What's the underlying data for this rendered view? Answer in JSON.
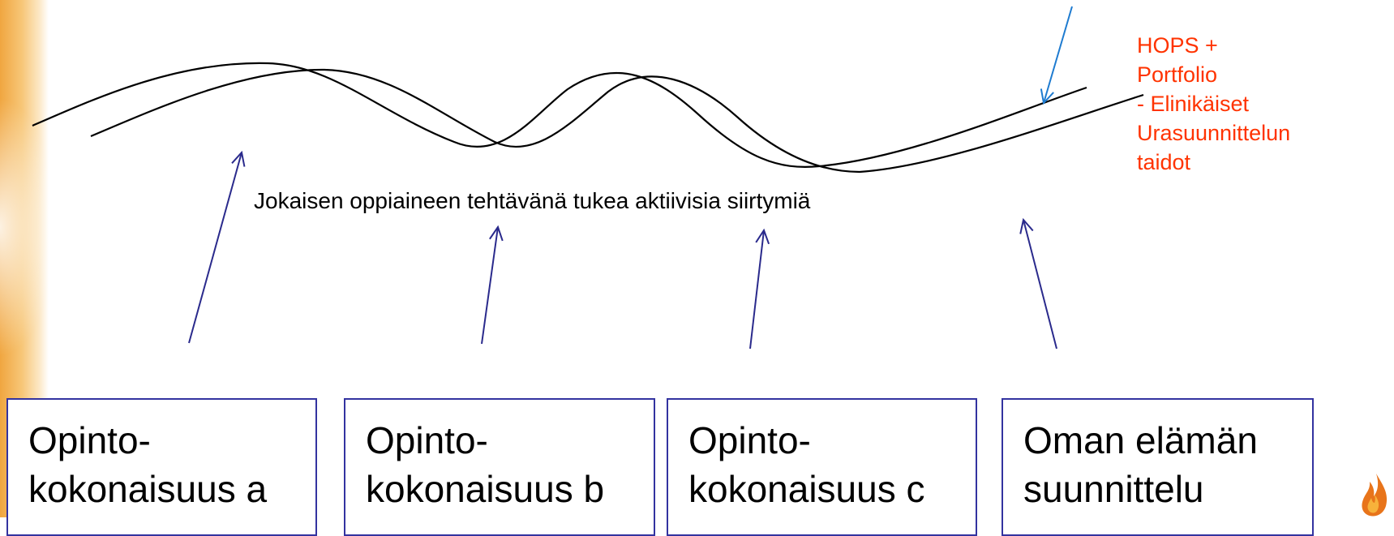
{
  "center_text": "Jokaisen oppiaineen tehtävänä tukea aktiivisia siirtymiä",
  "side_note": [
    "HOPS +",
    "Portfolio",
    "- Elinikäiset",
    "Urasuunnittelun",
    "taidot"
  ],
  "boxes": [
    {
      "line1": "Opinto-",
      "line2": "kokonaisuus a"
    },
    {
      "line1": "Opinto-",
      "line2": "kokonaisuus b"
    },
    {
      "line1": "Opinto-",
      "line2": "kokonaisuus c"
    },
    {
      "line1": "Oman elämän",
      "line2": "suunnittelu"
    }
  ],
  "colors": {
    "side_note_text": "#ff3300",
    "arrows": "#2a2a8c",
    "note_arrow": "#1e7bd0",
    "box_border": "#3333a0",
    "waves": "#000000"
  }
}
